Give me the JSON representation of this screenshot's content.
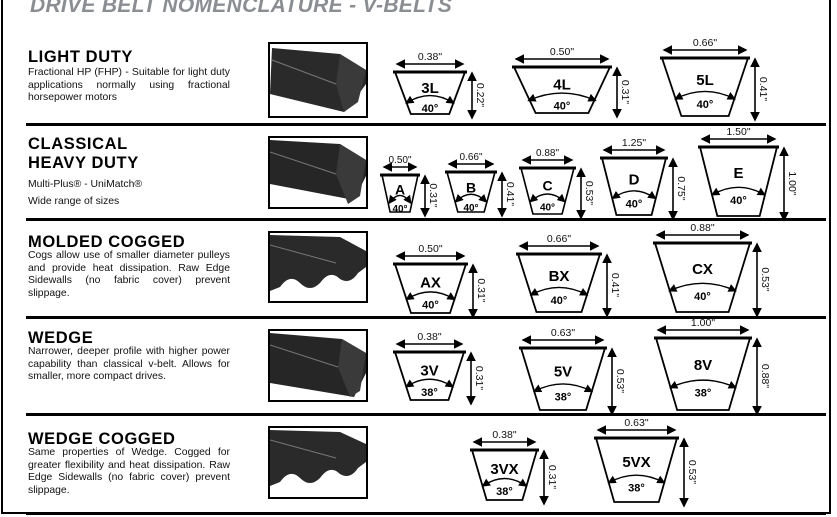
{
  "page_title": "DRIVE BELT NOMENCLATURE - V-BELTS",
  "sections": [
    {
      "title": "LIGHT DUTY",
      "title2": "",
      "desc": "Fractional HP (FHP) - Suitable for light duty applications normally using fractional horsepower motors",
      "desc2": "",
      "profiles": [
        {
          "name": "3L",
          "width": "0.38\"",
          "height": "0.22\"",
          "angle": "40°"
        },
        {
          "name": "4L",
          "width": "0.50\"",
          "height": "0.31\"",
          "angle": "40°"
        },
        {
          "name": "5L",
          "width": "0.66\"",
          "height": "0.41\"",
          "angle": "40°"
        }
      ]
    },
    {
      "title": "CLASSICAL",
      "title2": "HEAVY DUTY",
      "desc": "Multi-Plus® - UniMatch®",
      "desc2": "Wide range of sizes",
      "profiles": [
        {
          "name": "A",
          "width": "0.50\"",
          "height": "0.31\"",
          "angle": "40°"
        },
        {
          "name": "B",
          "width": "0.66\"",
          "height": "0.41\"",
          "angle": "40°"
        },
        {
          "name": "C",
          "width": "0.88\"",
          "height": "0.53\"",
          "angle": "40°"
        },
        {
          "name": "D",
          "width": "1.25\"",
          "height": "0.75\"",
          "angle": "40°"
        },
        {
          "name": "E",
          "width": "1.50\"",
          "height": "1.00\"",
          "angle": "40°"
        }
      ]
    },
    {
      "title": "MOLDED COGGED",
      "title2": "",
      "desc": "Cogs allow use of smaller diameter pulleys and provide heat dissipation. Raw Edge Sidewalls (no fabric cover) prevent slippage.",
      "desc2": "",
      "profiles": [
        {
          "name": "AX",
          "width": "0.50\"",
          "height": "0.31\"",
          "angle": "40°"
        },
        {
          "name": "BX",
          "width": "0.66\"",
          "height": "0.41\"",
          "angle": "40°"
        },
        {
          "name": "CX",
          "width": "0.88\"",
          "height": "0.53\"",
          "angle": "40°"
        }
      ]
    },
    {
      "title": "WEDGE",
      "title2": "",
      "desc": "Narrower, deeper profile with higher power capability than classical v-belt. Allows for smaller, more compact drives.",
      "desc2": "",
      "profiles": [
        {
          "name": "3V",
          "width": "0.38\"",
          "height": "0.31\"",
          "angle": "38°"
        },
        {
          "name": "5V",
          "width": "0.63\"",
          "height": "0.53\"",
          "angle": "38°"
        },
        {
          "name": "8V",
          "width": "1.00\"",
          "height": "0.88\"",
          "angle": "38°"
        }
      ]
    },
    {
      "title": "WEDGE COGGED",
      "title2": "",
      "desc": "Same properties of Wedge. Cogged for greater flexibility and heat dissipation. Raw Edge Sidewalls (no fabric cover) prevent slippage.",
      "desc2": "",
      "profiles": [
        {
          "name": "3VX",
          "width": "0.38\"",
          "height": "0.31\"",
          "angle": "38°"
        },
        {
          "name": "5VX",
          "width": "0.63\"",
          "height": "0.53\"",
          "angle": "38°"
        }
      ]
    }
  ],
  "colors": {
    "title_gray": "#8a8d91",
    "belt": "#2a2a2a"
  }
}
